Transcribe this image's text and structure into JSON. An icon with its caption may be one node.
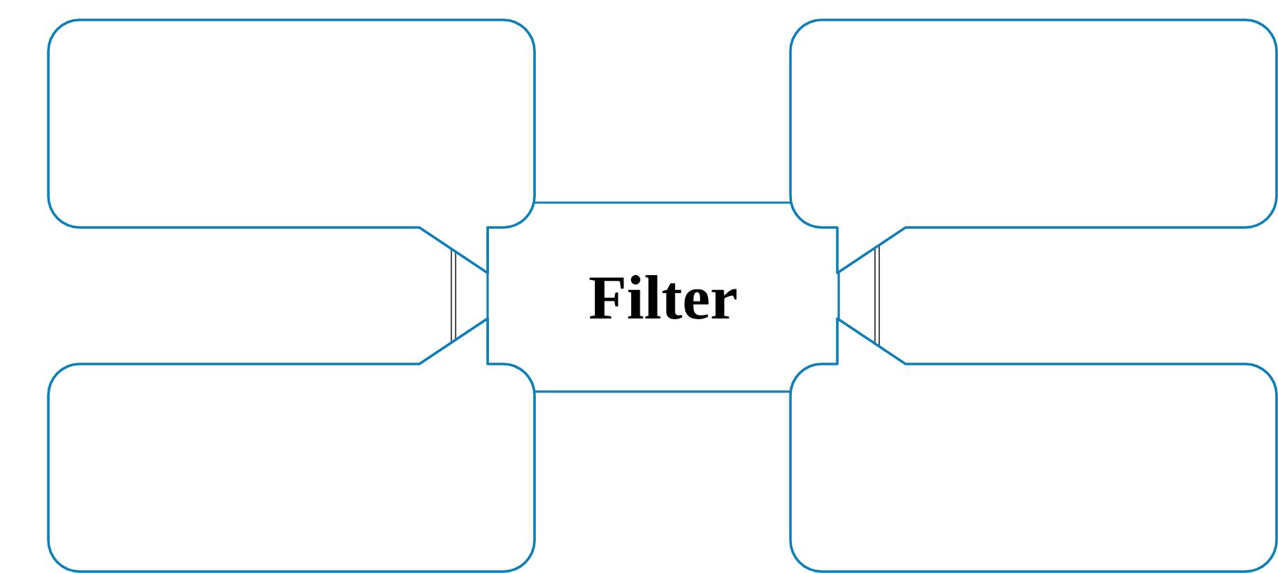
{
  "diagram": {
    "nodes": [
      {
        "text": [
          "Filter"
        ]
      },
      {
        "text": [],
        "shape": "callout"
      },
      {
        "text": [],
        "shape": "callout"
      },
      {
        "text": [],
        "shape": "callout"
      },
      {
        "text": [],
        "shape": "callout"
      }
    ]
  }
}
